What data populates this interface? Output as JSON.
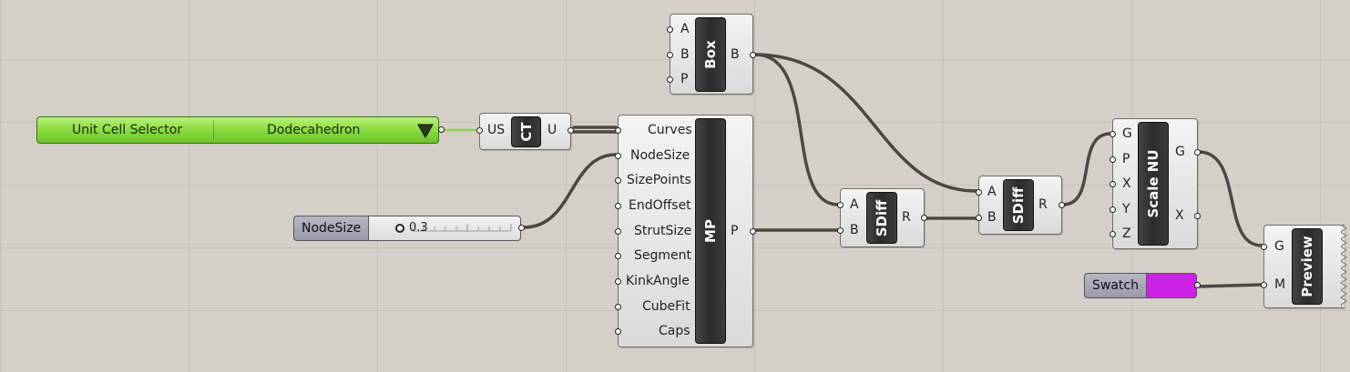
{
  "value_list": {
    "label": "Unit Cell Selector",
    "value": "Dodecahedron"
  },
  "ct": {
    "nick": "CT",
    "inputs": [
      "US"
    ],
    "outputs": [
      "U"
    ]
  },
  "box": {
    "nick": "Box",
    "inputs": [
      "A",
      "B",
      "P"
    ],
    "outputs": [
      "B"
    ]
  },
  "mp": {
    "nick": "MP",
    "inputs": [
      "Curves",
      "NodeSize",
      "SizePoints",
      "EndOffset",
      "StrutSize",
      "Segment",
      "KinkAngle",
      "CubeFit",
      "Caps"
    ],
    "outputs": [
      "P"
    ]
  },
  "nodesize_slider": {
    "label": "NodeSize",
    "value": "0.3"
  },
  "sdiff1": {
    "nick": "SDiff",
    "inputs": [
      "A",
      "B"
    ],
    "outputs": [
      "R"
    ]
  },
  "sdiff2": {
    "nick": "SDiff",
    "inputs": [
      "A",
      "B"
    ],
    "outputs": [
      "R"
    ]
  },
  "scale_nu": {
    "nick": "Scale NU",
    "inputs": [
      "G",
      "P",
      "X",
      "Y",
      "Z"
    ],
    "outputs": [
      "G",
      "X"
    ]
  },
  "swatch": {
    "label": "Swatch",
    "color": "#cc22e6"
  },
  "preview": {
    "nick": "Preview",
    "inputs": [
      "G",
      "M"
    ]
  },
  "colors": {
    "canvas": "#d4d0c8",
    "wire": "#4a4844",
    "value_list_green": "#86d93b"
  }
}
